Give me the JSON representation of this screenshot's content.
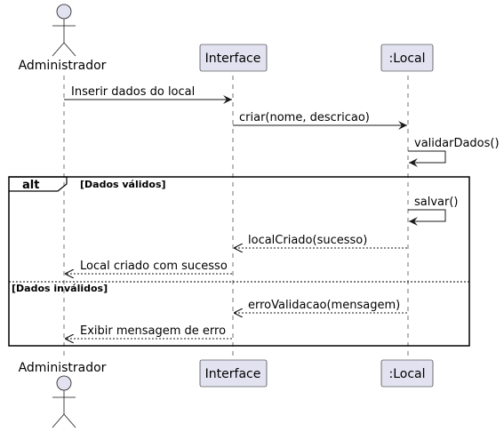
{
  "participants": {
    "administrador": {
      "label": "Administrador"
    },
    "interface": {
      "label": "Interface"
    },
    "local": {
      "label": ":Local"
    }
  },
  "messages": [
    {
      "from": "administrador",
      "to": "interface",
      "label": "Inserir dados do local",
      "style": "solid"
    },
    {
      "from": "interface",
      "to": "local",
      "label": "criar(nome, descricao)",
      "style": "solid"
    },
    {
      "from": "local",
      "to": "local",
      "label": "validarDados()",
      "style": "solid"
    },
    {
      "from": "local",
      "to": "local",
      "label": "salvar()",
      "style": "solid"
    },
    {
      "from": "local",
      "to": "interface",
      "label": "localCriado(sucesso)",
      "style": "dashed"
    },
    {
      "from": "interface",
      "to": "administrador",
      "label": "Local criado com sucesso",
      "style": "dashed"
    },
    {
      "from": "local",
      "to": "interface",
      "label": "erroValidacao(mensagem)",
      "style": "dashed"
    },
    {
      "from": "interface",
      "to": "administrador",
      "label": "Exibir mensagem de erro",
      "style": "dashed"
    }
  ],
  "fragment": {
    "keyword": "alt",
    "guard_1": "[Dados válidos]",
    "guard_2": "[Dados inválidos]"
  }
}
